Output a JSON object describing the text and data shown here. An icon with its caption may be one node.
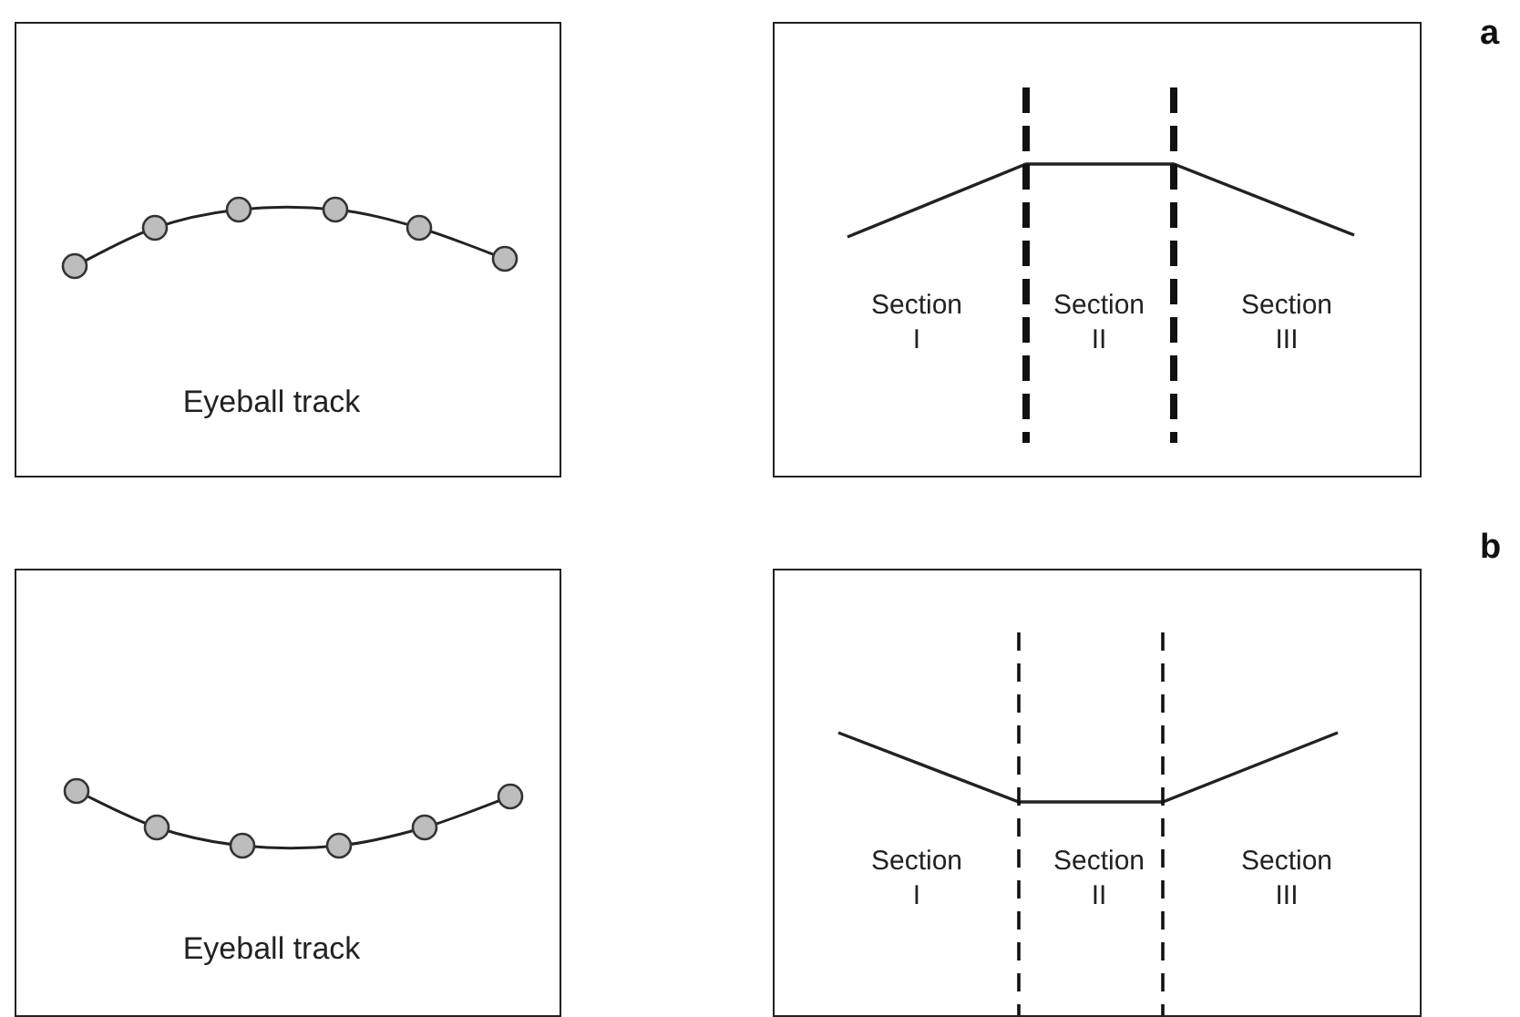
{
  "diagram": {
    "nodes": [
      {
        "text": [
          "Eyeball track"
        ]
      },
      {
        "text": [
          "Section I",
          "Section II",
          "Section III"
        ]
      },
      {
        "text": [
          "Eyeball track"
        ]
      },
      {
        "text": [
          "Section I",
          "Section II",
          "Section III"
        ]
      }
    ],
    "labels": [
      "a",
      "b"
    ]
  }
}
